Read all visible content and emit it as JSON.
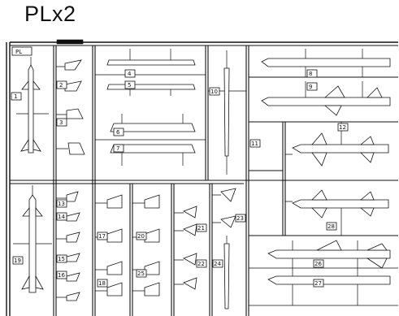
{
  "title": "PLx2",
  "tree_label": "PL",
  "part_numbers": [
    "1",
    "2",
    "3",
    "4",
    "5",
    "6",
    "7",
    "8",
    "9",
    "10",
    "11",
    "12",
    "13",
    "14",
    "15",
    "16",
    "17",
    "18",
    "19",
    "20",
    "21",
    "22",
    "23",
    "24",
    "25",
    "26",
    "27",
    "28"
  ]
}
